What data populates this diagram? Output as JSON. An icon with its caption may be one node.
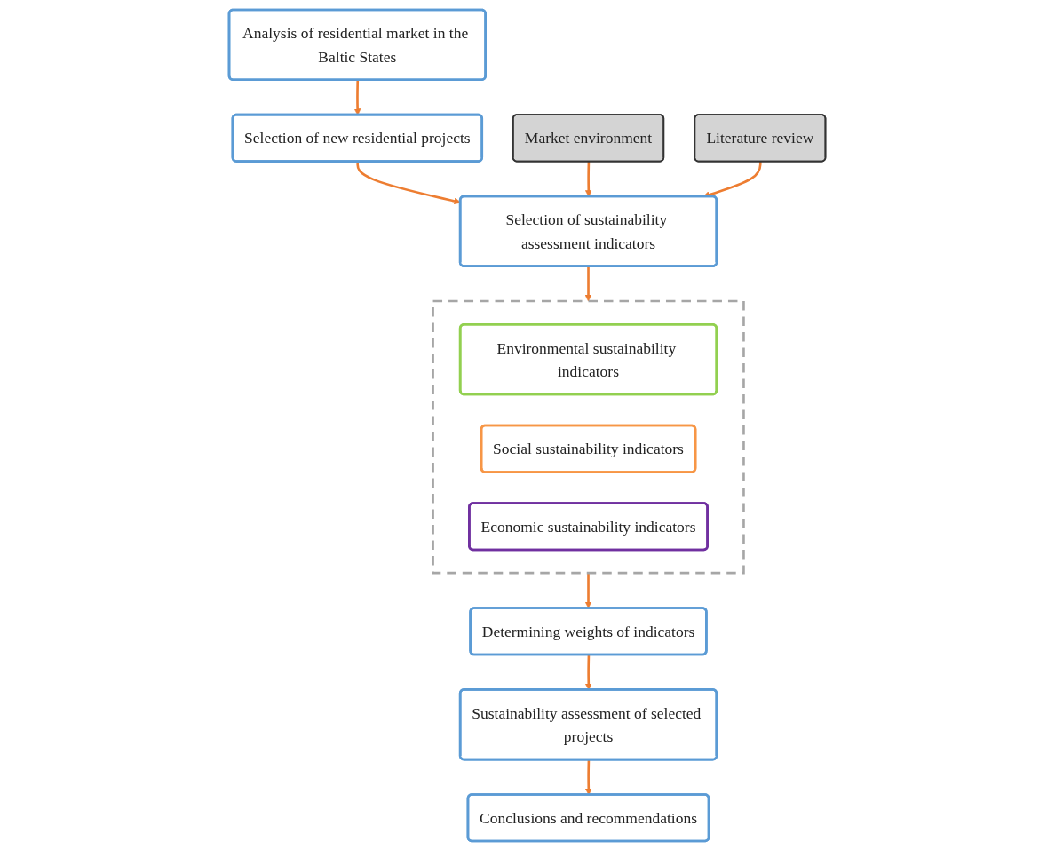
{
  "diagram": {
    "nodes": [
      {
        "text": [
          "Analysis of residential market in the Baltic States"
        ]
      },
      {
        "text": [
          "Selection of new residential projects"
        ]
      },
      {
        "text": [
          "Market environment"
        ]
      },
      {
        "text": [
          "Selection of sustainability assessment indicators"
        ]
      },
      {
        "text": [
          "Literature review"
        ]
      },
      {
        "text": [],
        "shape": "box"
      },
      {
        "text": [
          "Environmental sustainability indicators"
        ],
        "in": 5
      },
      {
        "text": [
          "Social sustainability indicators"
        ],
        "in": 5
      },
      {
        "text": [
          "Economic sustainability indicators"
        ],
        "in": 5
      },
      {
        "text": [
          "Determining weights of indicators"
        ]
      },
      {
        "text": [
          "Sustainability assessment of selected projects"
        ]
      },
      {
        "text": [
          "Conclusions and recommendations"
        ]
      }
    ],
    "edges": [
      {
        "from": 0,
        "to": 1,
        "arrow": "to"
      },
      {
        "from": 1,
        "to": 3,
        "arrow": "to"
      },
      {
        "from": 2,
        "to": 3,
        "arrow": "to"
      },
      {
        "from": 4,
        "to": 3,
        "arrow": "to"
      },
      {
        "from": 3,
        "to": 5,
        "arrow": "to"
      },
      {
        "from": 5,
        "to": 9,
        "arrow": "to"
      },
      {
        "from": 9,
        "to": 10,
        "arrow": "to"
      },
      {
        "from": 10,
        "to": 11,
        "arrow": "to"
      }
    ]
  }
}
